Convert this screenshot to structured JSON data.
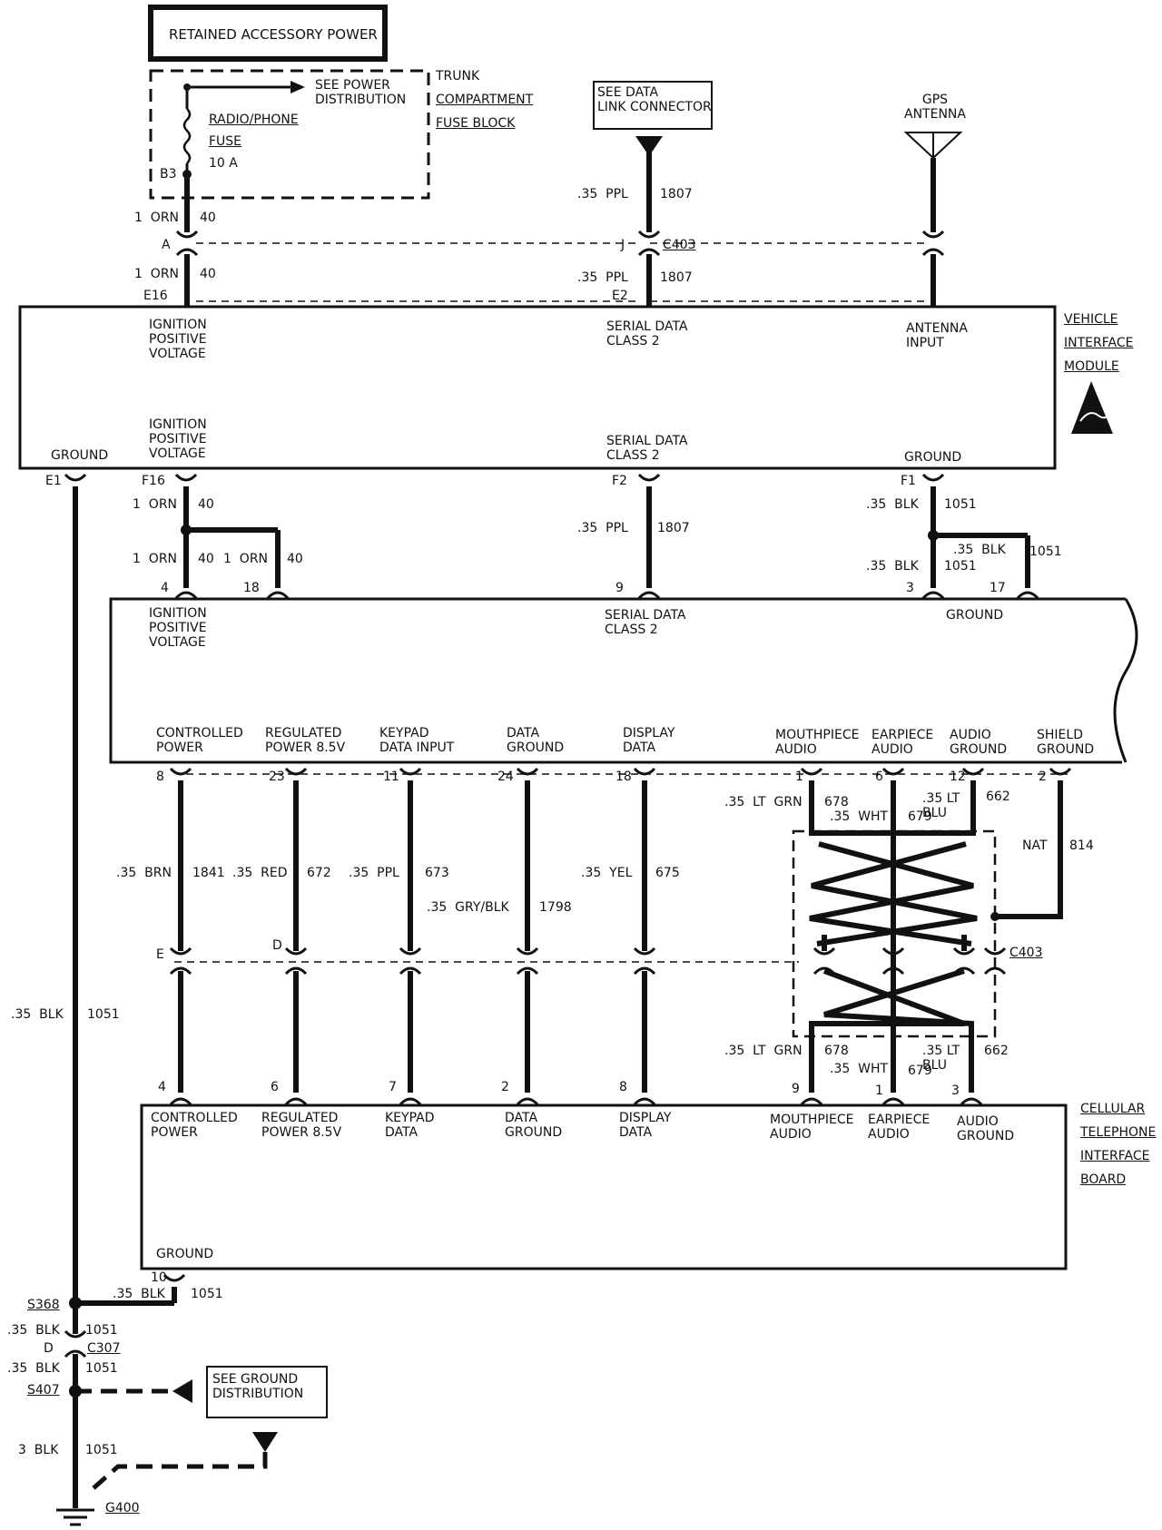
{
  "colors": {
    "ink": "#111111",
    "paper": "#ffffff"
  },
  "header": {
    "retained_accessory_power": "RETAINED ACCESSORY POWER"
  },
  "fuse_block": {
    "see_power_distribution": "SEE POWER\nDISTRIBUTION",
    "trunk": "TRUNK",
    "compartment": "COMPARTMENT",
    "fuse_block": "FUSE BLOCK",
    "radio_phone": "RADIO/PHONE",
    "fuse": "FUSE",
    "amps": "10 A",
    "terminal": "B3"
  },
  "data_link": {
    "label": "SEE DATA\nLINK CONNECTOR"
  },
  "gps": {
    "label": "GPS\nANTENNA"
  },
  "wires_top": {
    "orn_top_gauge": "1  ORN",
    "orn_top_circuit": "40",
    "conn_a": "A",
    "orn_bot_gauge": "1  ORN",
    "orn_bot_circuit": "40",
    "pin_e16": "E16",
    "ppl_top_gauge": ".35  PPL",
    "ppl_top_circuit": "1807",
    "conn_j": "J",
    "c403": "C403",
    "ppl_bot_gauge": ".35  PPL",
    "ppl_bot_circuit": "1807",
    "pin_e2": "E2"
  },
  "vim": {
    "title_1": "VEHICLE",
    "title_2": "INTERFACE",
    "title_3": "MODULE",
    "ign_top": "IGNITION\nPOSITIVE\nVOLTAGE",
    "serial_top": "SERIAL  DATA\nCLASS  2",
    "antenna_input": "ANTENNA\nINPUT",
    "ground_left": "GROUND",
    "ign_bot": "IGNITION\nPOSITIVE\nVOLTAGE",
    "serial_bot": "SERIAL  DATA\nCLASS  2",
    "ground_right": "GROUND"
  },
  "vim_pins": {
    "e1": "E1",
    "f16": "F16",
    "f2": "F2",
    "f1": "F1",
    "orn1_gauge": "1  ORN",
    "orn1_circuit": "40",
    "orn2_gauge": "1  ORN",
    "orn2_circuit": "40",
    "orn3_gauge": "1  ORN",
    "orn3_circuit": "40",
    "ppl_gauge": ".35  PPL",
    "ppl_circuit": "1807",
    "blk1_gauge": ".35  BLK",
    "blk1_circuit": "1051",
    "blk2_gauge": ".35  BLK",
    "blk2_circuit": "1051",
    "blk3_gauge": ".35  BLK",
    "blk3_circuit": "1051",
    "pin4": "4",
    "pin18": "18",
    "pin9": "9",
    "pin3": "3",
    "pin17": "17"
  },
  "phone_module": {
    "ign": "IGNITION\nPOSITIVE\nVOLTAGE",
    "serial": "SERIAL  DATA\nCLASS  2",
    "ground": "GROUND",
    "controlled_power": "CONTROLLED\nPOWER",
    "regulated_power": "REGULATED\nPOWER  8.5V",
    "keypad_data_input": "KEYPAD\nDATA  INPUT",
    "data_ground": "DATA\nGROUND",
    "display_data": "DISPLAY\nDATA",
    "mouthpiece_audio": "MOUTHPIECE\nAUDIO",
    "earpiece_audio": "EARPIECE\nAUDIO",
    "audio_ground": "AUDIO\nGROUND",
    "shield_ground": "SHIELD\nGROUND"
  },
  "bus_pins": {
    "p8": "8",
    "p23": "23",
    "p11": "11",
    "p24": "24",
    "p18": "18",
    "p1": "1",
    "p6": "6",
    "p12": "12",
    "p2": "2"
  },
  "bus_wires": {
    "brn_gauge": ".35  BRN",
    "brn_circuit": "1841",
    "red_gauge": ".35  RED",
    "red_circuit": "672",
    "ppl_gauge": ".35  PPL",
    "ppl_circuit": "673",
    "gryblk_gauge": ".35  GRY/BLK",
    "gryblk_circuit": "1798",
    "yel_gauge": ".35  YEL",
    "yel_circuit": "675",
    "ltgrn_gauge": ".35  LT  GRN",
    "ltgrn_circuit": "678",
    "wht_gauge": ".35  WHT",
    "wht_circuit": "679",
    "ltblu_gauge": ".35  LT\nBLU",
    "ltblu_circuit": "662",
    "nat_gauge": "NAT",
    "nat_circuit": "814",
    "conn_e": "E",
    "conn_d": "D",
    "c403": "C403",
    "ltgrn2_gauge": ".35  LT  GRN",
    "ltgrn2_circuit": "678",
    "wht2_gauge": ".35  WHT",
    "wht2_circuit": "679",
    "ltblu2_gauge": ".35  LT\nBLU",
    "ltblu2_circuit": "662"
  },
  "board_pins": {
    "p4": "4",
    "p6": "6",
    "p7": "7",
    "p2": "2",
    "p8": "8",
    "p9": "9",
    "p1": "1",
    "p3": "3"
  },
  "board": {
    "title_1": "CELLULAR",
    "title_2": "TELEPHONE",
    "title_3": "INTERFACE",
    "title_4": "BOARD",
    "controlled_power": "CONTROLLED\nPOWER",
    "regulated_power": "REGULATED\nPOWER  8.5V",
    "keypad_data": "KEYPAD\nDATA",
    "data_ground": "DATA\nGROUND",
    "display_data": "DISPLAY\nDATA",
    "mouthpiece_audio": "MOUTHPIECE\nAUDIO",
    "earpiece_audio": "EARPIECE\nAUDIO",
    "audio_ground": "AUDIO\nGROUND",
    "ground": "GROUND"
  },
  "ground_path": {
    "main_gauge": ".35  BLK",
    "main_circuit": "1051",
    "pin10": "10",
    "board_gauge": ".35  BLK",
    "board_circuit": "1051",
    "s368": "S368",
    "a_gauge": ".35  BLK",
    "a_circuit": "1051",
    "conn_d": "D",
    "c307": "C307",
    "b_gauge": ".35  BLK",
    "b_circuit": "1051",
    "s407": "S407",
    "see_ground": "SEE  GROUND\nDISTRIBUTION",
    "c_gauge": "3  BLK",
    "c_circuit": "1051",
    "g400": "G400"
  }
}
